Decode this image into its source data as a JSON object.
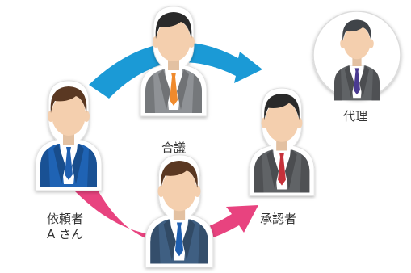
{
  "diagram": {
    "labels": {
      "consultation": "合議",
      "proxy": "代理",
      "requester_line1": "依頼者",
      "requester_line2": "A さん",
      "approver": "承認者"
    },
    "colors": {
      "top_arrow": "#1b9ad6",
      "bottom_arrow": "#e8437f",
      "skin": "#f4cfae",
      "hair_brown": "#5a3822",
      "hair_dark": "#2a2a2a",
      "hair_gray": "#404449",
      "suit_blue": "#1f63b4",
      "suit_navy": "#3f5f82",
      "suit_gray": "#8f9296",
      "suit_dark_gray": "#606366",
      "tie_orange": "#f08a2c",
      "tie_red": "#c6313a",
      "tie_blue": "#1f5fb0",
      "tie_purple": "#4a3a91"
    },
    "people": [
      {
        "role": "consultant",
        "suit": "suit_gray",
        "tie": "tie_orange",
        "hair": "hair_dark"
      },
      {
        "role": "proxy",
        "suit": "suit_dark_gray",
        "tie": "tie_purple",
        "hair": "hair_gray"
      },
      {
        "role": "requester",
        "suit": "suit_blue",
        "tie": "tie_blue",
        "hair": "hair_brown"
      },
      {
        "role": "approver",
        "suit": "suit_dark_gray",
        "tie": "tie_red",
        "hair": "hair_dark"
      },
      {
        "role": "bottom-person",
        "suit": "suit_navy",
        "tie": "tie_blue",
        "hair": "hair_brown"
      }
    ]
  }
}
